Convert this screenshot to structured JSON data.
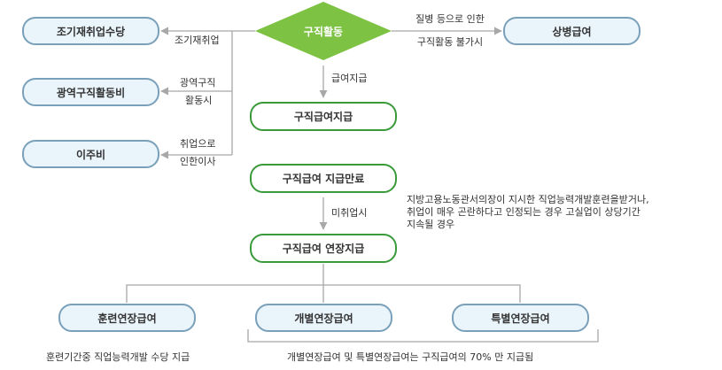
{
  "colors": {
    "diamond_fill": "#7dc243",
    "main_border": "#3a9a3a",
    "side_border": "#7aa0ba",
    "side_fill": "#e9f4fb",
    "line": "#a8a8a8"
  },
  "diamond": {
    "label": "구직활동"
  },
  "nodes": {
    "early_reemployment": "조기재취업수당",
    "wide_area_job_search": "광역구직활동비",
    "relocation": "이주비",
    "sickness_benefit": "상병급여",
    "benefit_payment": "구직급여지급",
    "benefit_end": "구직급여 지급만료",
    "extended_payment": "구직급여 연장지급",
    "training_extension": "훈련연장급여",
    "individual_extension": "개별연장급여",
    "special_extension": "특별연장급여"
  },
  "labels": {
    "early_reemployment_cond": "조기재취업",
    "wide_area_cond_1": "광역구직",
    "wide_area_cond_2": "활동시",
    "relocation_cond_1": "취업으로",
    "relocation_cond_2": "인한이사",
    "sickness_cond_1": "질병 등으로 인한",
    "sickness_cond_2": "구직활동 불가시",
    "payment_cond": "급여지급",
    "unemployed_cond": "미취업시"
  },
  "notes": {
    "extension_condition": [
      "지방고용노동관서의장이 지시한 직업능력개발훈련을받거나,",
      "취업이 매우 곤란하다고 인정되는 경우 고실업이 상당기간",
      "지속될 경우"
    ],
    "training_note": "훈련기간중 직업능력개발 수당 지급",
    "extension_note": "개별연장급여 및 특별연장급여는 구직급여의 70% 만 지급됨"
  }
}
